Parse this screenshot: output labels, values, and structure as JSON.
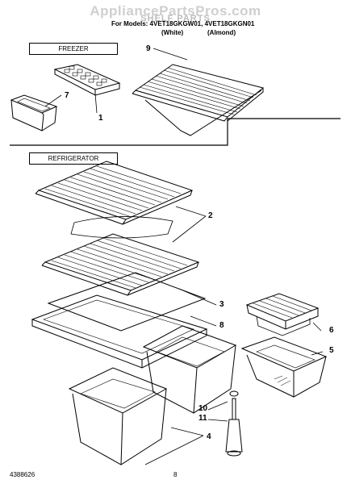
{
  "watermark": "AppliancePartsPros.com",
  "title": "SHELF PARTS",
  "models_line": "For Models: 4VET18GKGW01, 4VET18GKGN01",
  "color_white": "(White)",
  "color_almond": "(Almond)",
  "sections": {
    "freezer": "FREEZER",
    "refrigerator": "REFRIGERATOR"
  },
  "callouts": [
    "9",
    "7",
    "1",
    "2",
    "3",
    "8",
    "6",
    "5",
    "10",
    "11",
    "4"
  ],
  "footer": {
    "doc_number": "4388626",
    "page_number": "8"
  }
}
